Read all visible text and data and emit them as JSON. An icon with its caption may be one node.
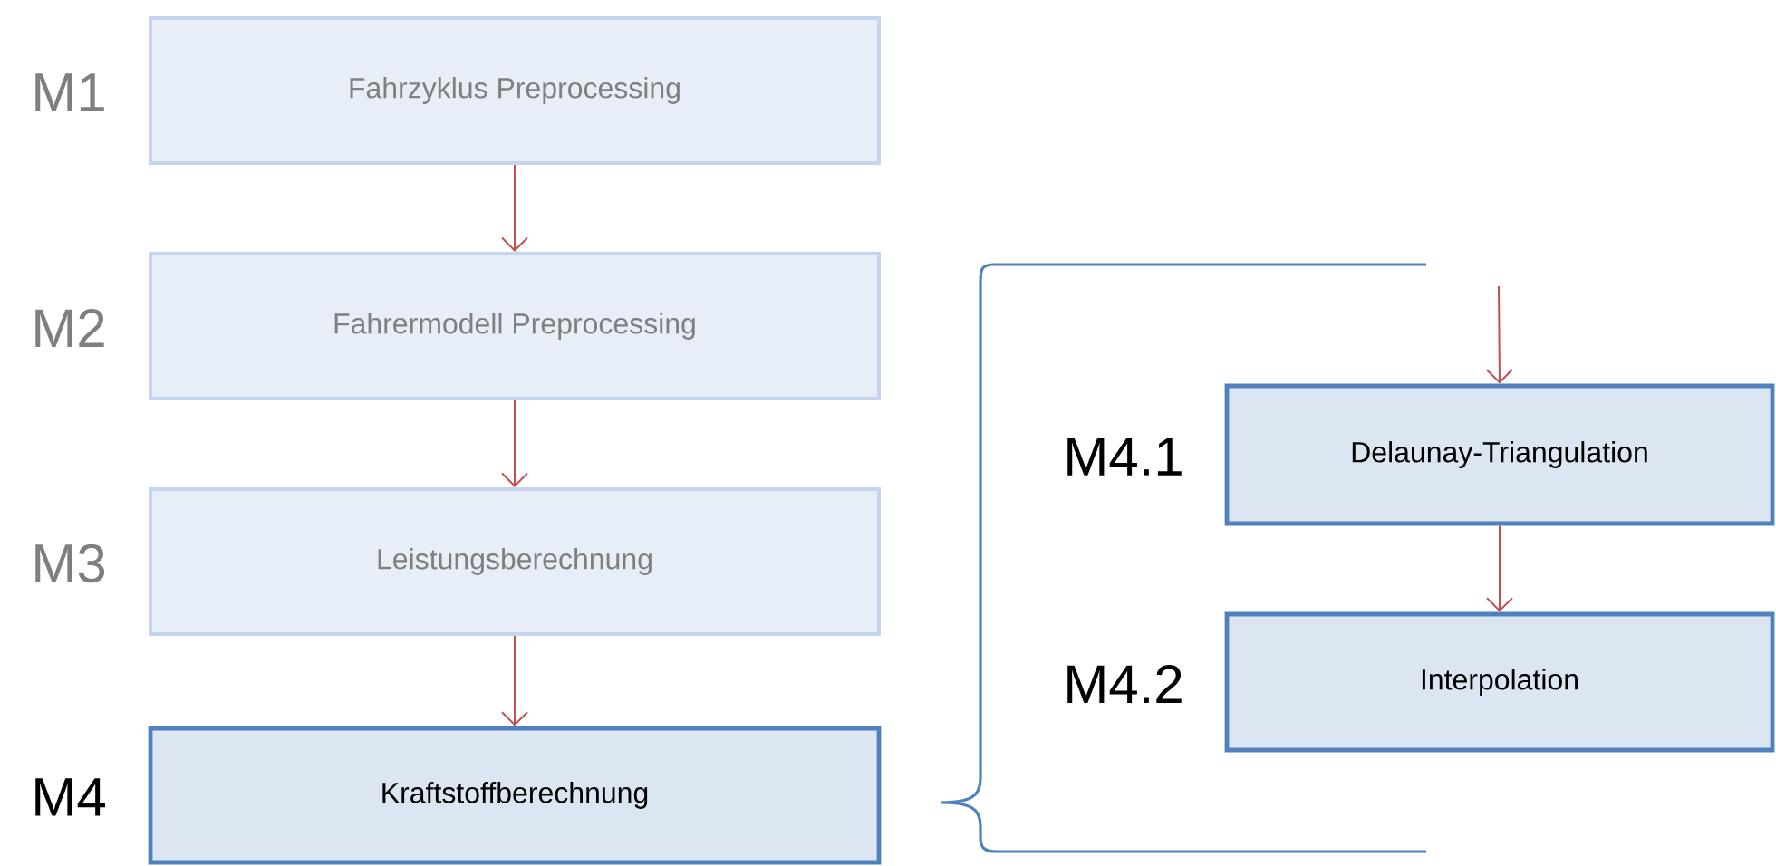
{
  "diagram": {
    "nodes": [
      {
        "text": [
          "Fahrzyklus Preprocessing"
        ],
        "beside": [
          "M1"
        ]
      },
      {
        "text": [
          "Fahrermodell Preprocessing"
        ],
        "beside": [
          "M2"
        ]
      },
      {
        "text": [
          "Leistungsberechnung"
        ],
        "beside": [
          "M3"
        ]
      },
      {
        "text": [
          "Kraftstoffberechnung"
        ],
        "beside": [
          "M4"
        ]
      },
      {
        "text": [
          "Delaunay-Triangulation"
        ],
        "beside": [
          "M4.1"
        ]
      },
      {
        "text": [
          "Interpolation"
        ],
        "beside": [
          "M4.2"
        ]
      }
    ],
    "edges": [
      {
        "from": 0,
        "to": 1,
        "arrow": "to"
      },
      {
        "from": 1,
        "to": 2,
        "arrow": "to"
      },
      {
        "from": 2,
        "to": 3,
        "arrow": "to"
      },
      {
        "from": null,
        "to": 4,
        "arrow": "to"
      },
      {
        "from": 4,
        "to": 5,
        "arrow": "to"
      }
    ]
  }
}
